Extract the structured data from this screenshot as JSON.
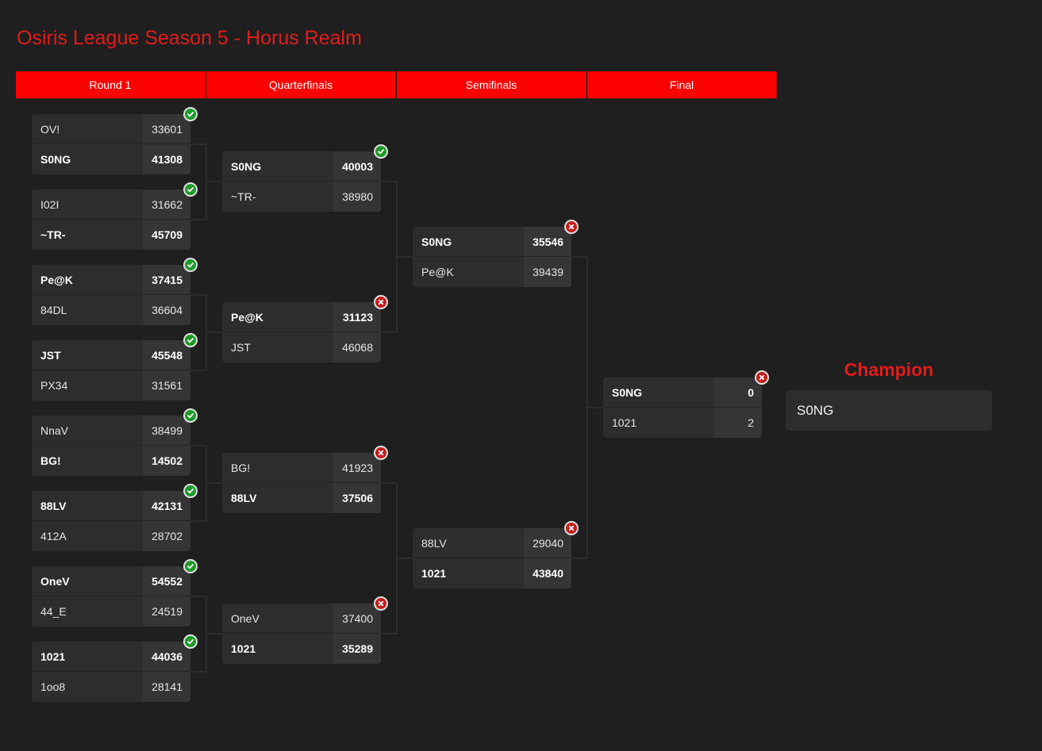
{
  "title": "Osiris League Season 5 - Horus Realm",
  "rounds": [
    "Round 1",
    "Quarterfinals",
    "Semifinals",
    "Final"
  ],
  "colors": {
    "accent": "#ff0000",
    "success": "#1e9a2a",
    "failure": "#c41e1e"
  },
  "matches": [
    {
      "round": 0,
      "status": "check-icon",
      "top": {
        "name": "OV!",
        "score": "33601",
        "win": false
      },
      "bottom": {
        "name": "S0NG",
        "score": "41308",
        "win": true
      }
    },
    {
      "round": 0,
      "status": "check-icon",
      "top": {
        "name": "I02I",
        "score": "31662",
        "win": false
      },
      "bottom": {
        "name": "~TR-",
        "score": "45709",
        "win": true
      }
    },
    {
      "round": 0,
      "status": "check-icon",
      "top": {
        "name": "Pe@K",
        "score": "37415",
        "win": true
      },
      "bottom": {
        "name": "84DL",
        "score": "36604",
        "win": false
      }
    },
    {
      "round": 0,
      "status": "check-icon",
      "top": {
        "name": "JST",
        "score": "45548",
        "win": true
      },
      "bottom": {
        "name": "PX34",
        "score": "31561",
        "win": false
      }
    },
    {
      "round": 0,
      "status": "check-icon",
      "top": {
        "name": "NnaV",
        "score": "38499",
        "win": false
      },
      "bottom": {
        "name": "BG!",
        "score": "14502",
        "win": true
      }
    },
    {
      "round": 0,
      "status": "check-icon",
      "top": {
        "name": "88LV",
        "score": "42131",
        "win": true
      },
      "bottom": {
        "name": "412A",
        "score": "28702",
        "win": false
      }
    },
    {
      "round": 0,
      "status": "check-icon",
      "top": {
        "name": "OneV",
        "score": "54552",
        "win": true
      },
      "bottom": {
        "name": "44_E",
        "score": "24519",
        "win": false
      }
    },
    {
      "round": 0,
      "status": "check-icon",
      "top": {
        "name": "1021",
        "score": "44036",
        "win": true
      },
      "bottom": {
        "name": "1oo8",
        "score": "28141",
        "win": false
      }
    },
    {
      "round": 1,
      "status": "check-icon",
      "top": {
        "name": "S0NG",
        "score": "40003",
        "win": true
      },
      "bottom": {
        "name": "~TR-",
        "score": "38980",
        "win": false
      }
    },
    {
      "round": 1,
      "status": "cross-icon",
      "top": {
        "name": "Pe@K",
        "score": "31123",
        "win": true
      },
      "bottom": {
        "name": "JST",
        "score": "46068",
        "win": false
      }
    },
    {
      "round": 1,
      "status": "cross-icon",
      "top": {
        "name": "BG!",
        "score": "41923",
        "win": false
      },
      "bottom": {
        "name": "88LV",
        "score": "37506",
        "win": true
      }
    },
    {
      "round": 1,
      "status": "cross-icon",
      "top": {
        "name": "OneV",
        "score": "37400",
        "win": false
      },
      "bottom": {
        "name": "1021",
        "score": "35289",
        "win": true
      }
    },
    {
      "round": 2,
      "status": "cross-icon",
      "top": {
        "name": "S0NG",
        "score": "35546",
        "win": true
      },
      "bottom": {
        "name": "Pe@K",
        "score": "39439",
        "win": false
      }
    },
    {
      "round": 2,
      "status": "cross-icon",
      "top": {
        "name": "88LV",
        "score": "29040",
        "win": false
      },
      "bottom": {
        "name": "1021",
        "score": "43840",
        "win": true
      }
    },
    {
      "round": 3,
      "status": "cross-icon",
      "top": {
        "name": "S0NG",
        "score": "0",
        "win": true
      },
      "bottom": {
        "name": "1021",
        "score": "2",
        "win": false
      }
    }
  ],
  "champion": {
    "label": "Champion",
    "name": "S0NG"
  }
}
